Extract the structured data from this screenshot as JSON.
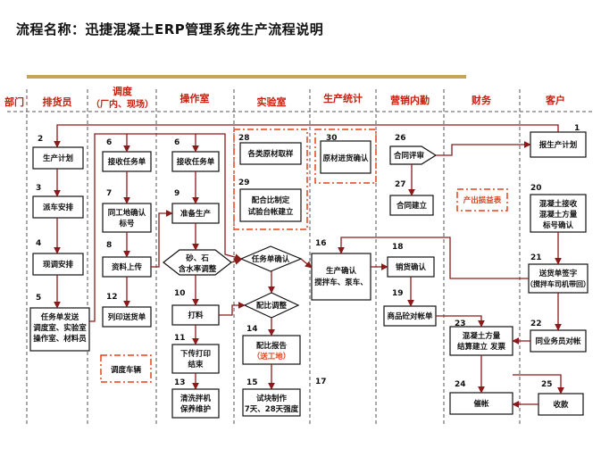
{
  "title": "流程名称：迅捷混凝土ERP管理系统生产流程说明",
  "header": {
    "bumen": "部门",
    "columns": [
      {
        "label": "排货员"
      },
      {
        "label": "调度",
        "sub": "（厂内、现场）"
      },
      {
        "label": "操作室"
      },
      {
        "label": "实验室"
      },
      {
        "label": "生产统计"
      },
      {
        "label": "营销内勤"
      },
      {
        "label": "财务"
      },
      {
        "label": "客户"
      }
    ]
  },
  "steps": {
    "n1": "1",
    "n2": "2",
    "s2": "生产计划",
    "n3": "3",
    "s3": "派车安排",
    "n4": "4",
    "s4": "现调安排",
    "n5": "5",
    "s5a": "任务单发送",
    "s5b": "调度室、实验室",
    "s5c": "操作室、材料员",
    "n6a": "6",
    "s6a": "接收任务单",
    "n7": "7",
    "s7a": "同工地确认",
    "s7b": "标号",
    "n8": "8",
    "s8": "资料上传",
    "n12": "12",
    "s12": "列印送货单",
    "dispatch": "调度车辆",
    "n6b": "6",
    "s6b": "接收任务单",
    "n9": "9",
    "s9": "准备生产",
    "d1a": "砂、石",
    "d1b": "含水率调整",
    "n10": "10",
    "s10": "打料",
    "n11": "11",
    "s11a": "下传打印",
    "s11b": "结束",
    "n13": "13",
    "s13a": "清洗拌机",
    "s13b": "保养维护",
    "n28": "28",
    "s28": "各类原材取样",
    "n29": "29",
    "s29a": "配合比制定",
    "s29b": "试验台帐建立",
    "d2": "任务单确认",
    "d3": "配比调整",
    "n14": "14",
    "s14a": "配比报告",
    "s14b": "（送工地）",
    "n15": "15",
    "s15a": "试块制作",
    "s15b": "7天、28天强度",
    "n30": "30",
    "s30": "原材进货确认",
    "n16": "16",
    "s16a": "生产确认",
    "s16b": "搅拌车、泵车、",
    "n17": "17",
    "n26": "26",
    "s26": "合同评审",
    "n27": "27",
    "s27": "合同建立",
    "n18": "18",
    "s18": "销货确认",
    "n19": "19",
    "s19": "商品砼对帐单",
    "profit": "产出损益表",
    "n23": "23",
    "s23a": "混凝土方量",
    "s23b": "结算建立 发票",
    "n24": "24",
    "s24": "催帐",
    "s1": "报生产计划",
    "n20": "20",
    "s20a": "混凝土接收",
    "s20b": "混凝土方量",
    "s20c": "标号确认",
    "n21": "21",
    "s21a": "送货单签字",
    "s21b": "（搅拌车司机带回）",
    "n22": "22",
    "s22": "同业务员对帐",
    "n25": "25",
    "s25": "收款"
  },
  "colors": {
    "accent_bar": "#c7a35a",
    "dashed_red": "#e8401c",
    "orange_text": "#e8401c",
    "flow_line": "#8b1a1a",
    "header_text": "#c8200e"
  }
}
